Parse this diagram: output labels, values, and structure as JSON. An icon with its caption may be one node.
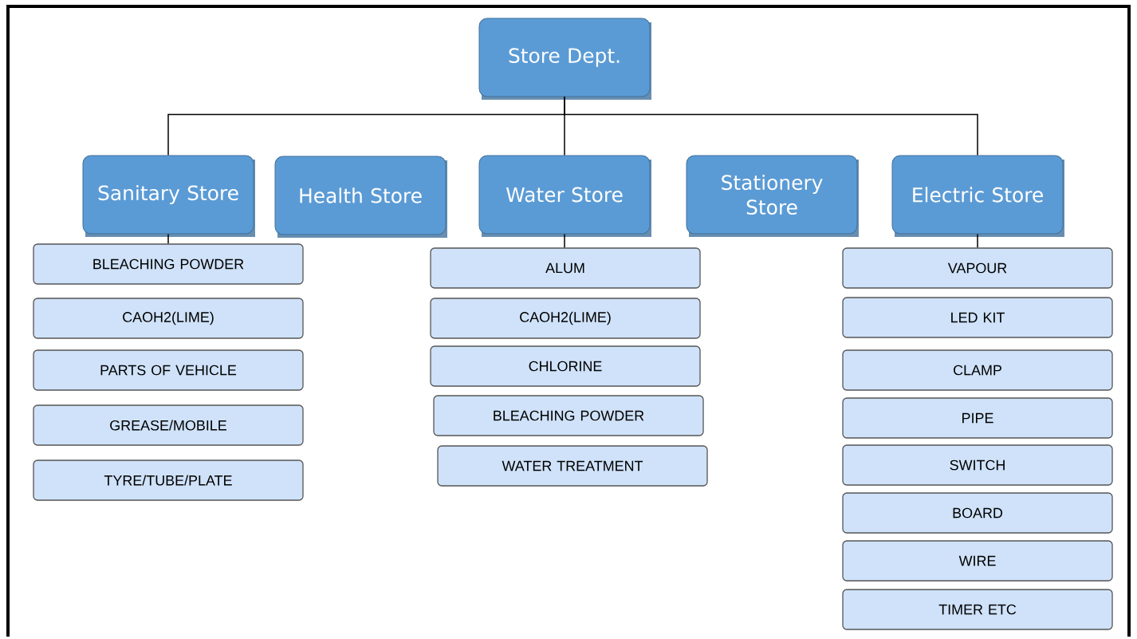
{
  "diagram": {
    "nodes": [
      {
        "text": [
          "Store Dept."
        ]
      },
      {
        "text": [
          "Sanitary Store"
        ]
      },
      {
        "text": [
          "Health Store"
        ]
      },
      {
        "text": [
          "Water Store"
        ]
      },
      {
        "text": [
          "Stationery Store"
        ]
      },
      {
        "text": [
          "Electric Store"
        ]
      },
      {
        "text": [
          "BLEACHING POWDER"
        ]
      },
      {
        "text": [
          "CAOH2(LIME)"
        ]
      },
      {
        "text": [
          "PARTS OF VEHICLE"
        ]
      },
      {
        "text": [
          "GREASE/MOBILE"
        ]
      },
      {
        "text": [
          "TYRE/TUBE/PLATE"
        ]
      },
      {
        "text": [
          "ALUM"
        ]
      },
      {
        "text": [
          "CAOH2(LIME)"
        ]
      },
      {
        "text": [
          "CHLORINE"
        ]
      },
      {
        "text": [
          "BLEACHING POWDER"
        ]
      },
      {
        "text": [
          "WATER TREATMENT"
        ]
      },
      {
        "text": [
          "VAPOUR"
        ]
      },
      {
        "text": [
          "LED KIT"
        ]
      },
      {
        "text": [
          "CLAMP"
        ]
      },
      {
        "text": [
          "PIPE"
        ]
      },
      {
        "text": [
          "SWITCH"
        ]
      },
      {
        "text": [
          "BOARD"
        ]
      },
      {
        "text": [
          "WIRE"
        ]
      },
      {
        "text": [
          "TIMER ETC"
        ]
      }
    ],
    "edges": [
      {
        "from": 0,
        "to": 1,
        "arrow": "none"
      },
      {
        "from": 0,
        "to": 3,
        "arrow": "none"
      },
      {
        "from": 0,
        "to": 5,
        "arrow": "none"
      },
      {
        "from": 1,
        "to": 6,
        "arrow": "none"
      },
      {
        "from": 3,
        "to": 11,
        "arrow": "none"
      },
      {
        "from": 5,
        "to": 16,
        "arrow": "none"
      }
    ]
  }
}
